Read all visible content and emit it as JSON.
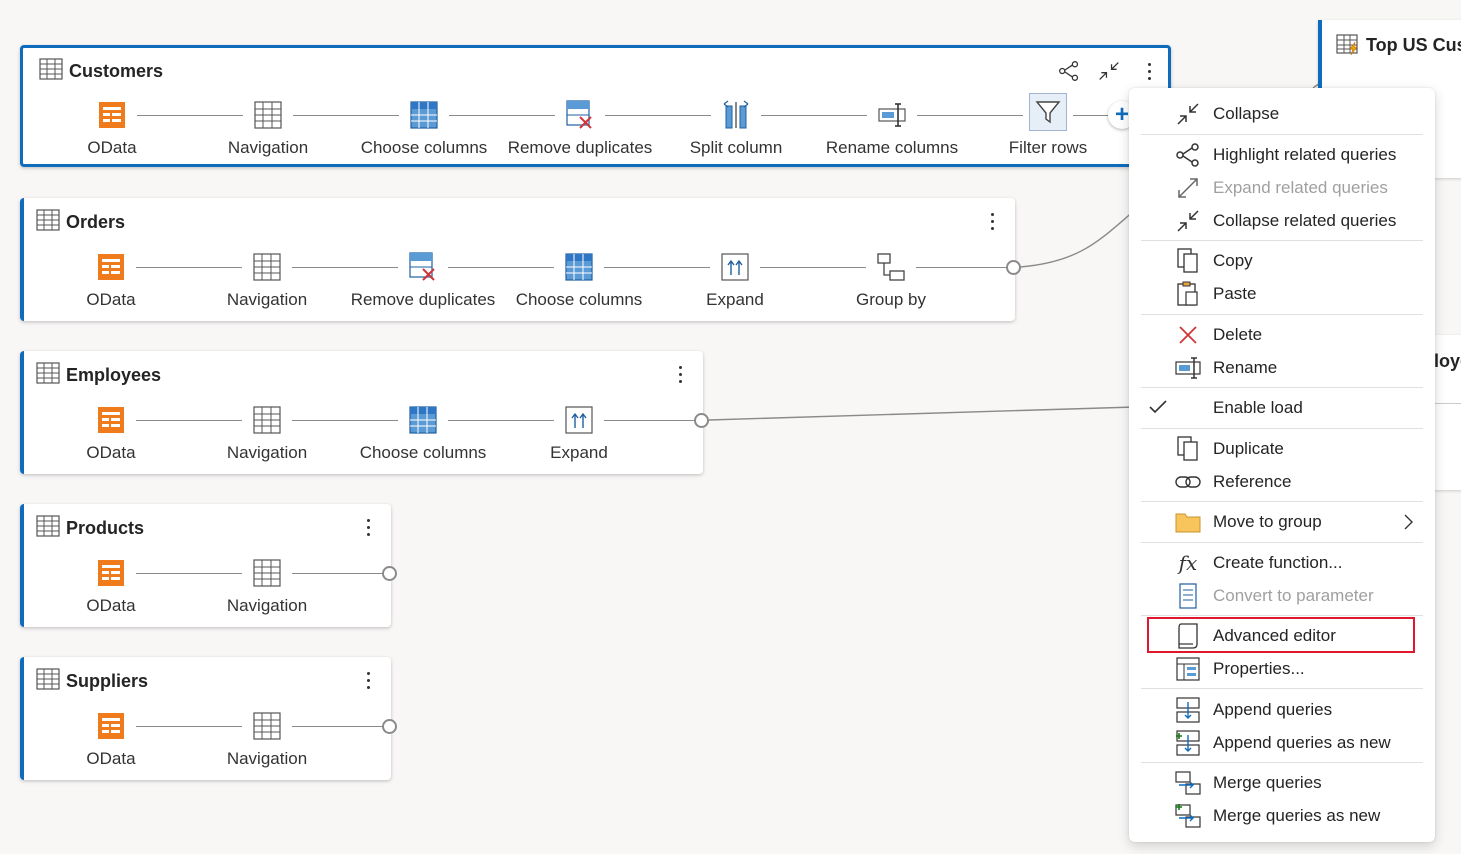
{
  "queries": [
    {
      "title": "Customers",
      "steps": [
        "OData",
        "Navigation",
        "Choose columns",
        "Remove duplicates",
        "Split column",
        "Rename columns",
        "Filter rows"
      ]
    },
    {
      "title": "Orders",
      "steps": [
        "OData",
        "Navigation",
        "Remove duplicates",
        "Choose columns",
        "Expand",
        "Group by"
      ]
    },
    {
      "title": "Employees",
      "steps": [
        "OData",
        "Navigation",
        "Choose columns",
        "Expand"
      ]
    },
    {
      "title": "Products",
      "steps": [
        "OData",
        "Navigation"
      ]
    },
    {
      "title": "Suppliers",
      "steps": [
        "OData",
        "Navigation"
      ]
    }
  ],
  "right_cards": {
    "top_us_title": "Top US Cust",
    "employees_partial": "loye"
  },
  "context_menu": {
    "items": [
      {
        "label": "Collapse",
        "icon": "collapse-icon"
      },
      {
        "label": "Highlight related queries",
        "icon": "share-icon"
      },
      {
        "label": "Expand related queries",
        "icon": "expand-icon",
        "disabled": true
      },
      {
        "label": "Collapse related queries",
        "icon": "collapse-icon"
      },
      {
        "label": "Copy",
        "icon": "copy-icon"
      },
      {
        "label": "Paste",
        "icon": "paste-icon"
      },
      {
        "label": "Delete",
        "icon": "delete-icon"
      },
      {
        "label": "Rename",
        "icon": "rename-icon"
      },
      {
        "label": "Enable load",
        "icon": "checkmark-icon",
        "checked": true
      },
      {
        "label": "Duplicate",
        "icon": "duplicate-icon"
      },
      {
        "label": "Reference",
        "icon": "reference-icon"
      },
      {
        "label": "Move to group",
        "icon": "folder-icon",
        "submenu": true
      },
      {
        "label": "Create function...",
        "icon": "function-icon"
      },
      {
        "label": "Convert to parameter",
        "icon": "parameter-icon",
        "disabled": true
      },
      {
        "label": "Advanced editor",
        "icon": "advanced-editor-icon",
        "highlighted": true
      },
      {
        "label": "Properties...",
        "icon": "properties-icon"
      },
      {
        "label": "Append queries",
        "icon": "append-icon"
      },
      {
        "label": "Append queries as new",
        "icon": "append-new-icon"
      },
      {
        "label": "Merge queries",
        "icon": "merge-icon"
      },
      {
        "label": "Merge queries as new",
        "icon": "merge-new-icon"
      }
    ]
  },
  "colors": {
    "accent": "#0f6cbd",
    "odata_orange": "#f07b1d",
    "highlight_red": "#e0182d",
    "disabled_text": "#a0a0a0"
  }
}
